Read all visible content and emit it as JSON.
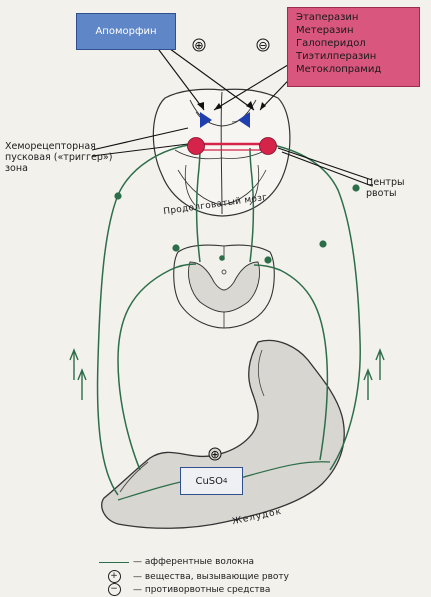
{
  "drugs": {
    "apomorphine": "Апоморфин",
    "antiemetics": [
      "Этаперазин",
      "Метеразин",
      "Галоперидол",
      "Тиэтилперазин",
      "Метоклопрамид"
    ]
  },
  "signs": {
    "plus": "⊕",
    "minus": "⊖"
  },
  "labels": {
    "ctz": "Хеморецепторная пусковая («триггер») зона",
    "vomit_centers": "Центры рвоты",
    "medulla": "Продолговатый мозг",
    "stomach": "Желудок",
    "cuso4_main": "CuSO",
    "cuso4_sub": "4"
  },
  "legend": [
    {
      "symbol": "",
      "text": "— афферентные волокна"
    },
    {
      "symbol": "⊕",
      "text": "— вещества, вызывающие рвоту"
    },
    {
      "symbol": "⊖",
      "text": "— противорвотные средства"
    }
  ],
  "colors": {
    "fiber": "#2d6e4a",
    "receptor": "#1f3fae",
    "center": "#d6234a",
    "apomorphine_box": "#5f86c6",
    "antiemetic_box": "#d9577f"
  }
}
